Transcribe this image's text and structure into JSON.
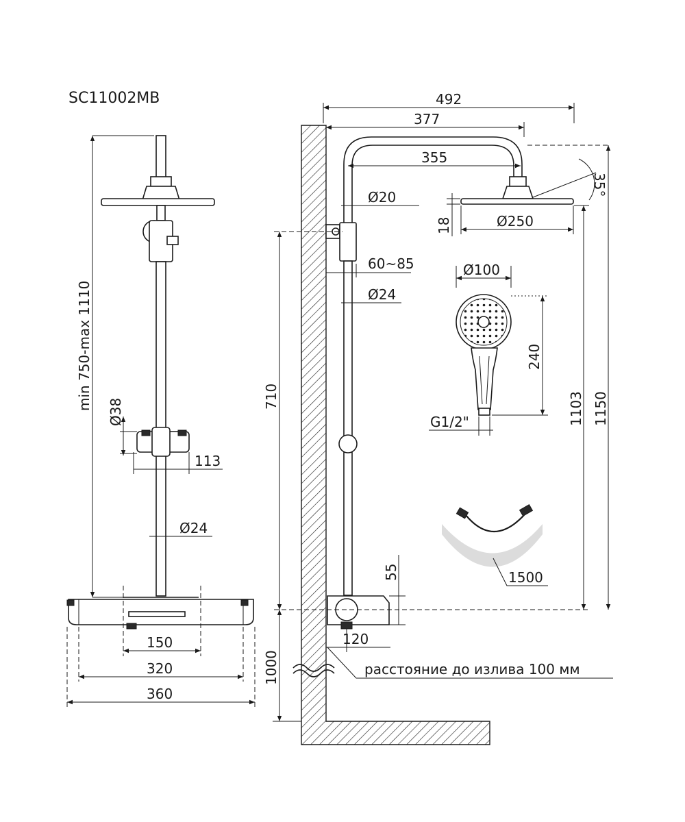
{
  "model": "SC11002MB",
  "left_view": {
    "height_range": "min 750-max 1110",
    "holder_diameter": "Ø38",
    "holder_width": "113",
    "bar_diameter": "Ø24",
    "dim_150": "150",
    "dim_320": "320",
    "dim_360": "360"
  },
  "side_view": {
    "width_492": "492",
    "width_377": "377",
    "width_355": "355",
    "pipe_diameter": "Ø20",
    "wall_offset": "60~85",
    "bar_diameter": "Ø24",
    "head_thickness": "18",
    "head_diameter": "Ø250",
    "angle": "35°",
    "height_710": "710",
    "height_1103": "1103",
    "height_1150": "1150",
    "height_55": "55",
    "spout_offset": "120",
    "floor_height": "1000",
    "spout_note": "расстояние до излива 100 мм"
  },
  "hand_shower": {
    "diameter": "Ø100",
    "length": "240",
    "thread": "G1/2\""
  },
  "hose": {
    "length": "1500"
  }
}
